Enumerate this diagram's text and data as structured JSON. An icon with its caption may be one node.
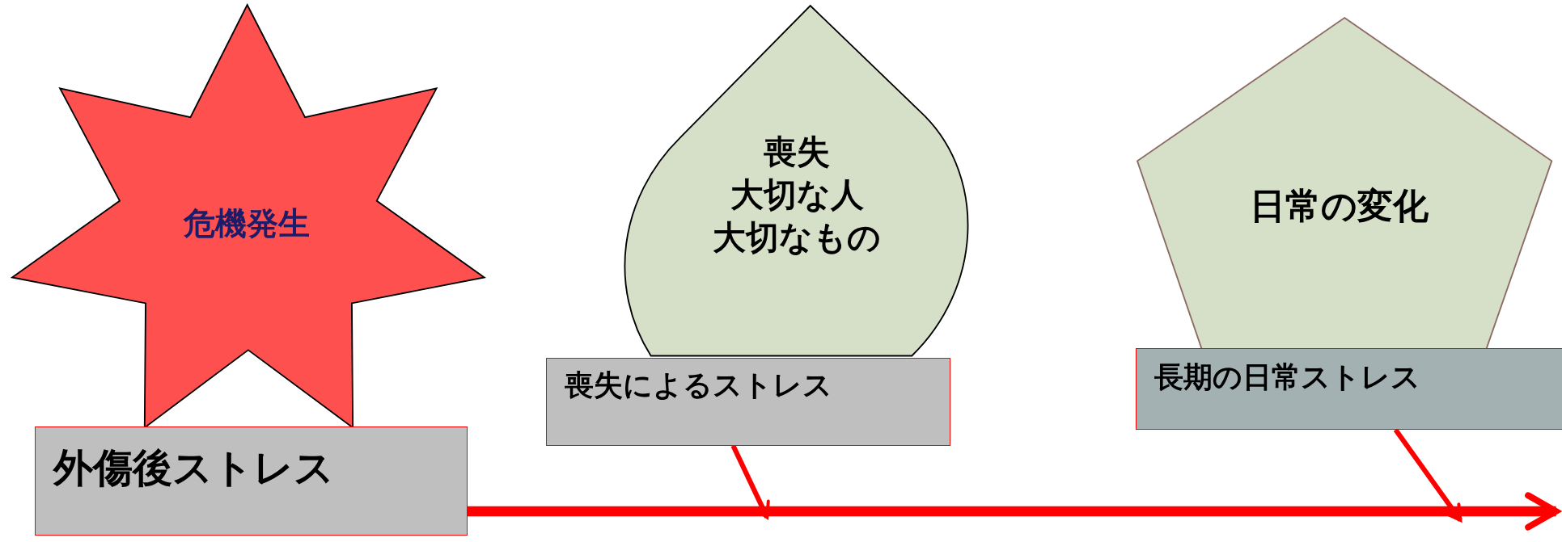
{
  "diagram": {
    "nodes": [
      {
        "text": [
          "危機発生"
        ]
      },
      {
        "text": [
          "外傷後ストレス"
        ]
      },
      {
        "text": [
          "喪失",
          "大切な人",
          "大切なもの"
        ]
      },
      {
        "text": [
          "喪失によるストレス"
        ]
      },
      {
        "text": [
          "日常の変化"
        ]
      },
      {
        "text": [
          "長期の日常ストレス"
        ]
      }
    ],
    "edges": [
      {
        "from": 1,
        "to": null,
        "arrow": "to",
        "style": "thick"
      },
      {
        "from": 3,
        "to": null,
        "arrow": "to"
      },
      {
        "from": 5,
        "to": null,
        "arrow": "to"
      }
    ]
  }
}
